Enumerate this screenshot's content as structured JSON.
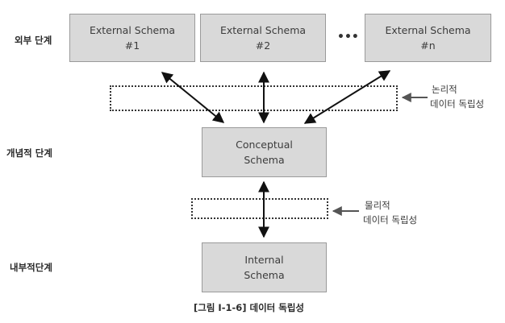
{
  "levels": {
    "external": "외부 단계",
    "conceptual": "개념적 단계",
    "internal": "내부적단계"
  },
  "external_schemas": [
    {
      "line1": "External Schema",
      "line2": "#1"
    },
    {
      "line1": "External Schema",
      "line2": "#2"
    },
    {
      "line1": "External Schema",
      "line2": "#n"
    }
  ],
  "ellipsis": "•••",
  "conceptual_schema": {
    "line1": "Conceptual",
    "line2": "Schema"
  },
  "internal_schema": {
    "line1": "Internal",
    "line2": "Schema"
  },
  "logical_independence": {
    "line1": "논리적",
    "line2": "데이터 독립성"
  },
  "physical_independence": {
    "line1": "물리적",
    "line2": "데이터 독립성"
  },
  "caption": "[그림 Ⅰ-1-6] 데이터 독립성"
}
